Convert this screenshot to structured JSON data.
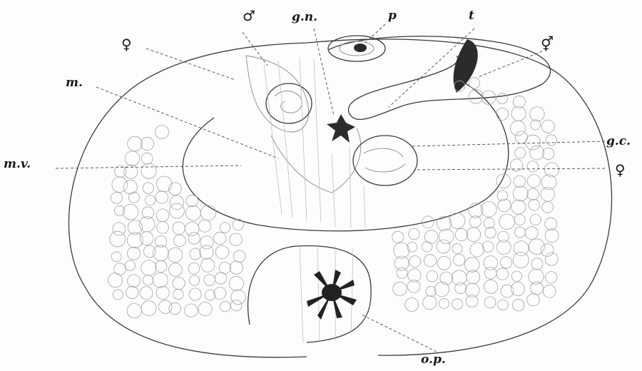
{
  "figure": {
    "labels": {
      "male_top": "♂",
      "gn": "g.n.",
      "p": "p",
      "t": "t",
      "hermaphrodite": "⚥",
      "female_left": "♀",
      "m": "m.",
      "mv": "m.v.",
      "gc": "g.c.",
      "female_right": "♀",
      "op": "o.p."
    }
  }
}
